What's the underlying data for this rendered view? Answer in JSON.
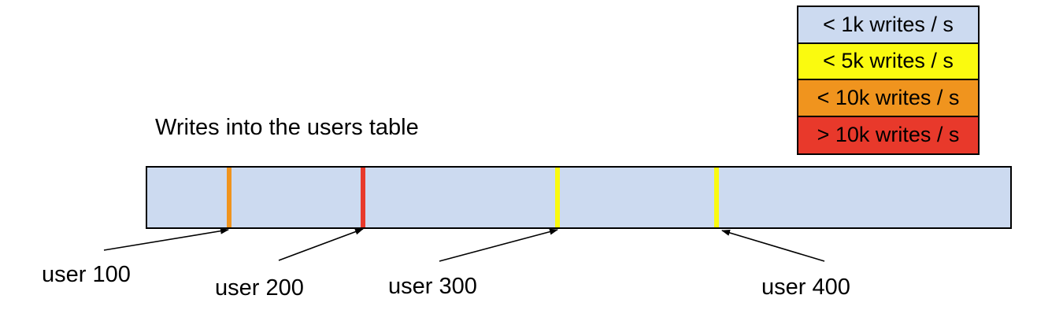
{
  "title": "Writes into the users table",
  "colors": {
    "table_fill": "#ccdaf0",
    "outline": "#000000",
    "yellow": "#fafa0f",
    "orange": "#f0941e",
    "red": "#e8392b"
  },
  "legend": {
    "items": [
      {
        "label": "< 1k writes / s",
        "color": "#ccdaf0"
      },
      {
        "label": "< 5k writes / s",
        "color": "#fafa0f"
      },
      {
        "label": "< 10k writes / s",
        "color": "#f0941e"
      },
      {
        "label": "> 10k writes / s",
        "color": "#e8392b"
      }
    ]
  },
  "markers": [
    {
      "user": "user 100",
      "category": "< 10k writes / s",
      "color": "#f0941e",
      "position_pct": 9.5
    },
    {
      "user": "user 200",
      "category": "> 10k writes / s",
      "color": "#e8392b",
      "position_pct": 25.0
    },
    {
      "user": "user 300",
      "category": "< 5k writes / s",
      "color": "#fafa0f",
      "position_pct": 47.5
    },
    {
      "user": "user 400",
      "category": "< 5k writes / s",
      "color": "#fafa0f",
      "position_pct": 66.0
    }
  ]
}
